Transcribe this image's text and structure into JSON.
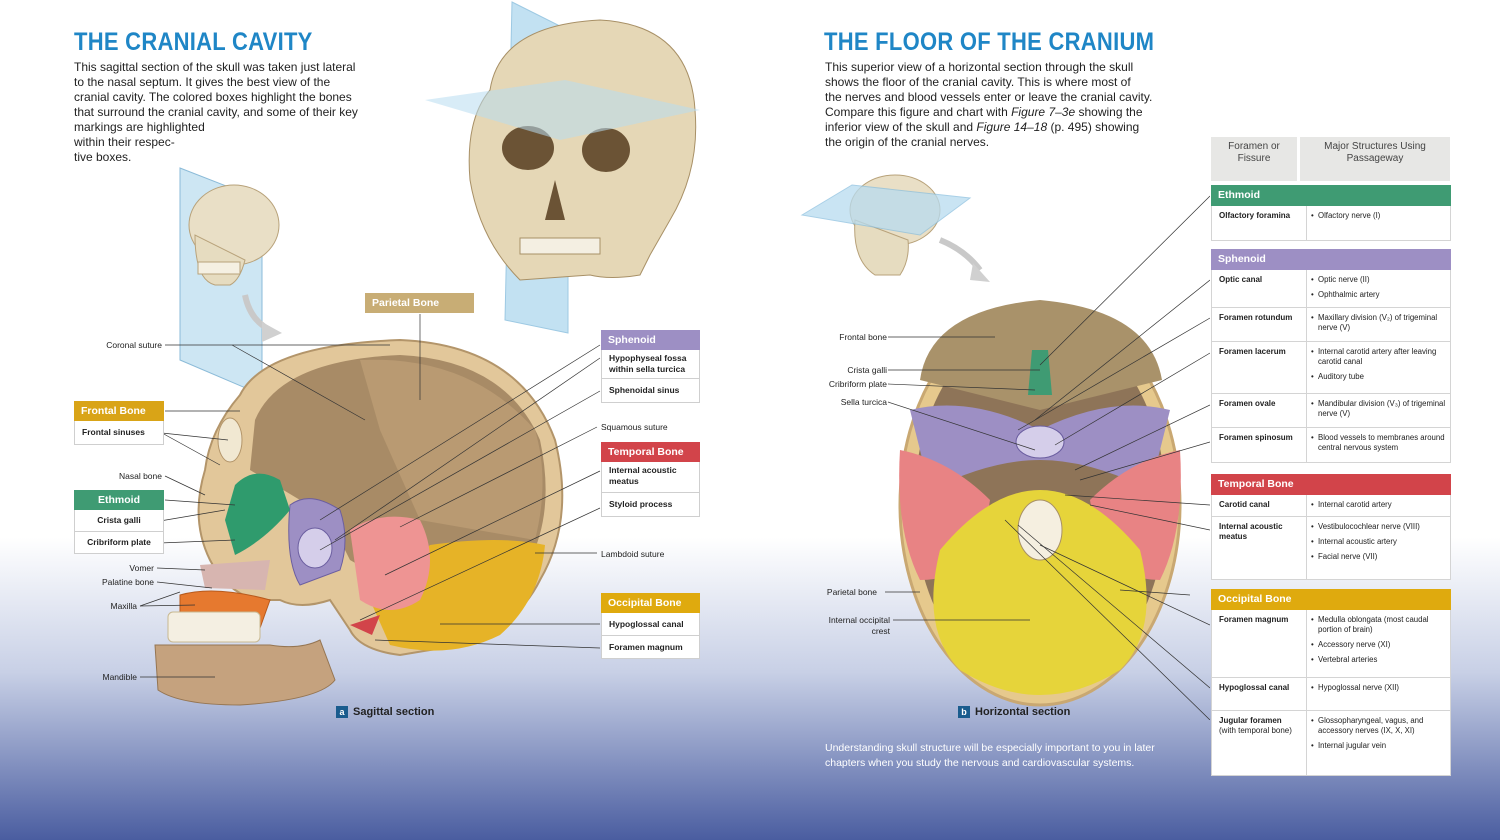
{
  "left": {
    "title": "THE CRANIAL CAVITY",
    "intro": [
      "This sagittal section of the skull was taken just lateral",
      "to the nasal septum. It gives the best view of the",
      "cranial cavity. The colored boxes highlight the bones",
      "that surround the cranial cavity, and some of their key",
      "markings are highlighted",
      "within their respec-",
      "tive boxes."
    ],
    "labels": {
      "coronal": "Coronal suture",
      "nasal": "Nasal bone",
      "vomer": "Vomer",
      "palatine": "Palatine bone",
      "maxilla": "Maxilla",
      "mandible": "Mandible",
      "squamous": "Squamous suture",
      "lambdoid": "Lambdoid suture"
    },
    "boxes": {
      "parietal": "Parietal Bone",
      "frontal": "Frontal  Bone",
      "frontal_rows": [
        "Frontal sinuses"
      ],
      "ethmoid": "Ethmoid",
      "ethmoid_rows": [
        "Crista galli",
        "Cribriform plate"
      ],
      "sphenoid": "Sphenoid",
      "sphenoid_rows": [
        "Hypophyseal fossa within sella turcica",
        "Sphenoidal sinus"
      ],
      "temporal": "Temporal Bone",
      "temporal_rows": [
        "Internal acoustic meatus",
        "Styloid process"
      ],
      "occipital": "Occipital Bone",
      "occipital_rows": [
        "Hypoglossal canal",
        "Foramen magnum"
      ]
    },
    "caption_letter": "a",
    "caption": "Sagittal section"
  },
  "right": {
    "title": "THE FLOOR OF THE CRANIUM",
    "intro_parts": [
      "This superior view of a horizontal section through the skull",
      "shows the floor of the cranial cavity.  This is where most of",
      "the nerves and blood vessels enter or leave the cranial cavity.",
      "Compare this figure and chart with ",
      "Figure 7–3e",
      " showing the",
      "inferior view of the skull and ",
      "Figure 14–18",
      " (p. 495) showing",
      "the origin of the cranial nerves."
    ],
    "labels": {
      "frontal": "Frontal bone",
      "crista": "Crista galli",
      "cribriform": "Cribriform plate",
      "sella": "Sella turcica",
      "parietal": "Parietal bone",
      "occ_crest_1": "Internal occipital",
      "occ_crest_2": "crest"
    },
    "caption_letter": "b",
    "caption": "Horizontal section",
    "footer": [
      "Understanding skull structure will be especially important to you in later",
      "chapters when you study the nervous and cardiovascular systems."
    ]
  },
  "table": {
    "col1": "Foramen or Fissure",
    "col2": "Major Structures Using Passageway",
    "sections": [
      {
        "name": "Ethmoid",
        "color": "#3f9b73",
        "rows": [
          {
            "f": "Olfactory foramina",
            "s": [
              "Olfactory nerve (I)"
            ]
          }
        ]
      },
      {
        "name": "Sphenoid",
        "color": "#9d8fc4",
        "rows": [
          {
            "f": "Optic canal",
            "s": [
              "Optic nerve (II)",
              "Ophthalmic artery"
            ]
          },
          {
            "f": "Foramen rotundum",
            "s": [
              "Maxillary division (V₂) of trigeminal nerve (V)"
            ]
          },
          {
            "f": "Foramen lacerum",
            "s": [
              "Internal carotid artery after leaving carotid canal",
              "Auditory tube"
            ]
          },
          {
            "f": "Foramen ovale",
            "s": [
              "Mandibular division (V₃) of trigeminal nerve (V)"
            ]
          },
          {
            "f": "Foramen spinosum",
            "s": [
              "Blood vessels to membranes around central nervous system"
            ]
          }
        ]
      },
      {
        "name": "Temporal Bone",
        "color": "#d2444a",
        "rows": [
          {
            "f": "Carotid canal",
            "s": [
              "Internal carotid artery"
            ]
          },
          {
            "f": "Internal acoustic meatus",
            "s": [
              "Vestibulocochlear nerve (VIII)",
              "Internal acoustic artery",
              "Facial nerve (VII)"
            ]
          }
        ]
      },
      {
        "name": "Occipital Bone",
        "color": "#dfaa0e",
        "rows": [
          {
            "f": "Foramen magnum",
            "s": [
              "Medulla oblongata (most caudal portion of brain)",
              "Accessory nerve (XI)",
              "Vertebral arteries"
            ]
          },
          {
            "f": "Hypoglossal canal",
            "s": [
              "Hypoglossal nerve (XII)"
            ]
          },
          {
            "f": "Jugular foramen",
            "sub": "(with temporal bone)",
            "s": [
              "Glossopharyngeal, vagus, and accessory nerves (IX, X, XI)",
              "Internal jugular vein"
            ]
          }
        ]
      }
    ]
  },
  "colors": {
    "title": "#1f86c6",
    "parietal": "#c8ad75",
    "frontal": "#d9a417",
    "ethmoid": "#3f9b73",
    "sphenoid": "#9d8fc4",
    "temporal": "#d2444a",
    "occipital": "#dfaa0e"
  }
}
